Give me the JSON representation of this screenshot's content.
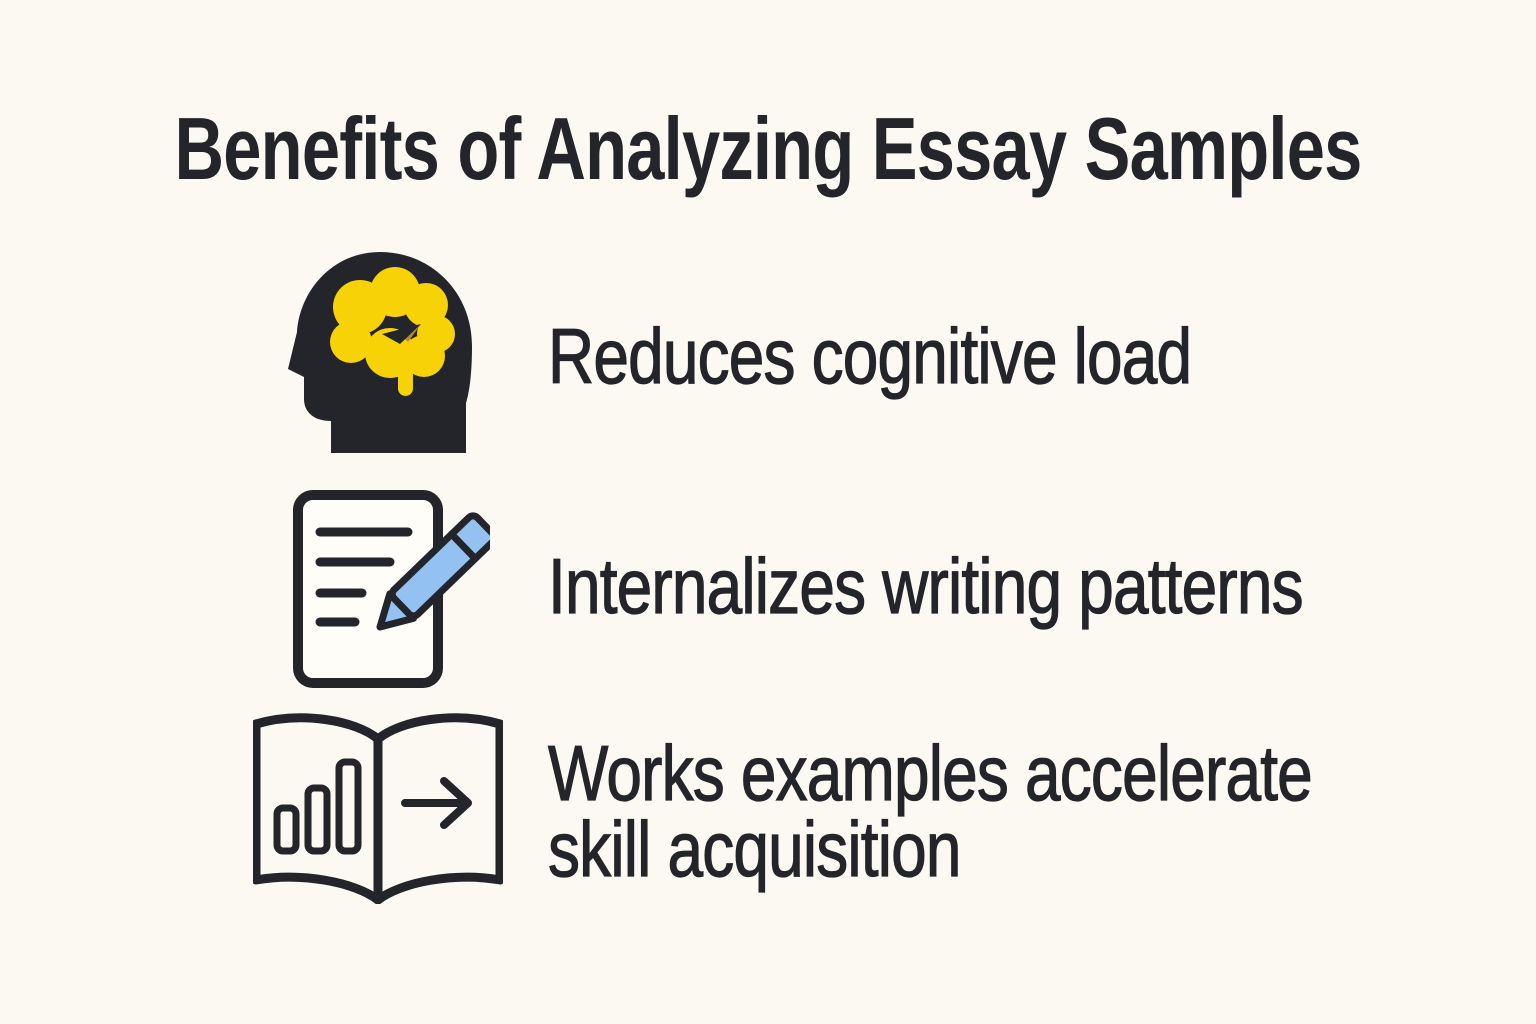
{
  "page": {
    "title": "Benefits of Analyzing Essay Samples"
  },
  "benefits": [
    {
      "icon": "head-brain-icon",
      "label": "Reduces cognitive load"
    },
    {
      "icon": "document-pencil-icon",
      "label": "Internalizes writing patterns"
    },
    {
      "icon": "open-book-arrow-icon",
      "label": "Works examples accelerate\nskill acquisition"
    }
  ],
  "colors": {
    "bg": "#FBF9F1",
    "ink": "#23252A",
    "yellow": "#F7D207",
    "blue": "#92C1F2",
    "tan": "#B9882E",
    "paper": "#FEFDF7"
  }
}
